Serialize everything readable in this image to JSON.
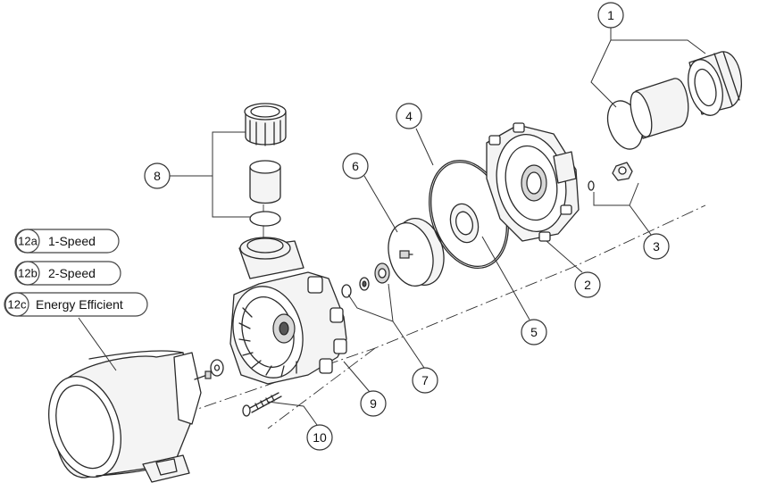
{
  "callouts": [
    {
      "id": "1",
      "label": "1"
    },
    {
      "id": "2",
      "label": "2"
    },
    {
      "id": "3",
      "label": "3"
    },
    {
      "id": "4",
      "label": "4"
    },
    {
      "id": "5",
      "label": "5"
    },
    {
      "id": "6",
      "label": "6"
    },
    {
      "id": "7",
      "label": "7"
    },
    {
      "id": "8",
      "label": "8"
    },
    {
      "id": "9",
      "label": "9"
    },
    {
      "id": "10",
      "label": "10"
    }
  ],
  "motor_options": [
    {
      "code": "12a",
      "label": "1-Speed"
    },
    {
      "code": "12b",
      "label": "2-Speed"
    },
    {
      "code": "12c",
      "label": "Energy Efficient"
    }
  ]
}
